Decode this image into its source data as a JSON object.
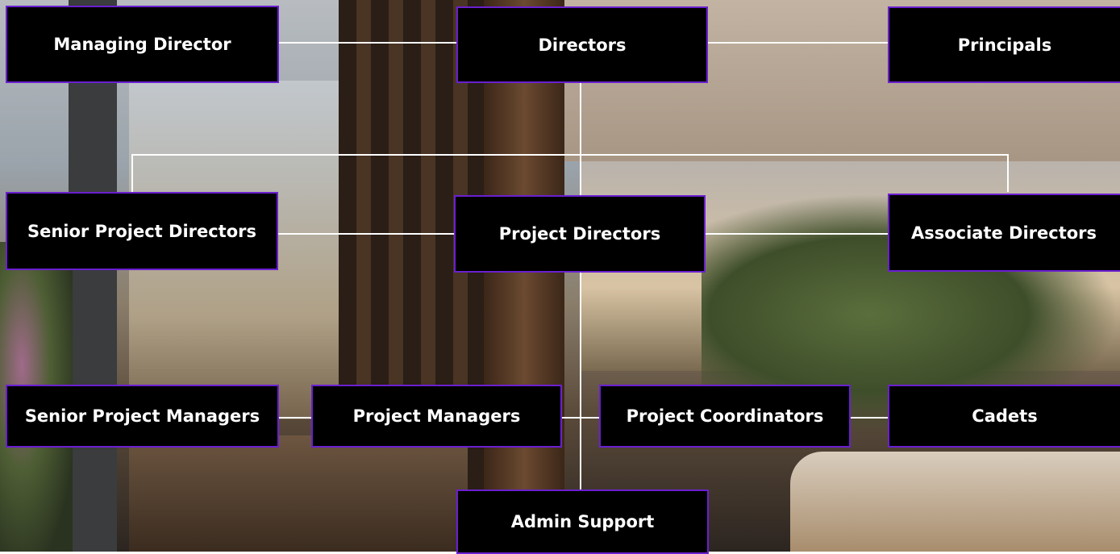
{
  "org_chart": {
    "nodes": {
      "managing_director": "Managing Director",
      "directors": "Directors",
      "principals": "Principals",
      "senior_project_directors": "Senior Project Directors",
      "project_directors": "Project Directors",
      "associate_directors": "Associate Directors",
      "senior_project_managers": "Senior Project Managers",
      "project_managers": "Project Managers",
      "project_coordinators": "Project Coordinators",
      "cadets": "Cadets",
      "admin_support": "Admin Support"
    }
  },
  "colors": {
    "node_fill": "#000000",
    "node_border": "#6a1fd0",
    "text": "#ffffff",
    "connector": "#ffffff"
  }
}
